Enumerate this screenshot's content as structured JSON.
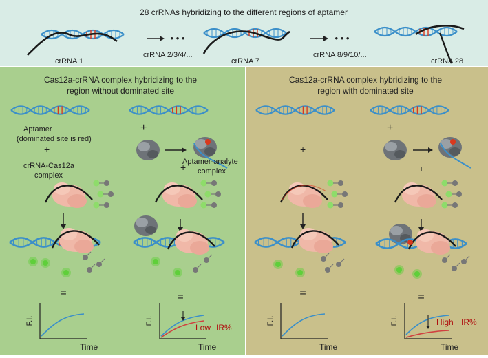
{
  "top_panel": {
    "title": "28 crRNAs hybridizing to the different regions of aptamer",
    "crrna_labels": [
      "crRNA 1",
      "crRNA 2/3/4/...",
      "crRNA 7",
      "crRNA 8/9/10/...",
      "crRNA 28"
    ],
    "background": "#d9ece6"
  },
  "left_panel": {
    "title_line1": "Cas12a-crRNA complex hybridizing to the",
    "title_line2": "region without dominated site",
    "aptamer_line1": "Aptamer",
    "aptamer_line2": "(dominated site is red)",
    "complex_line1": "crRNA-Cas12a",
    "complex_line2": "complex",
    "analyte_line1": "Aptamer-analyte",
    "analyte_line2": "complex",
    "plus": "+",
    "equals": "=",
    "fi_label": "F.I.",
    "time_label": "Time",
    "result_low": "Low",
    "result_ir": "IR%",
    "background": "#a9cf8e"
  },
  "right_panel": {
    "title_line1": "Cas12a-crRNA complex hybridizing to the",
    "title_line2": "region with dominated site",
    "plus": "+",
    "equals": "=",
    "fi_label": "F.I.",
    "time_label": "Time",
    "result_high": "High",
    "result_ir": "IR%",
    "background": "#c9c08b"
  },
  "colors": {
    "dna_blue": "#3b8fc9",
    "crrna_black": "#1a1a1a",
    "dominated_site": "#d9381e",
    "cas12a_pink": "#f0b8a8",
    "reporter_green": "#5fcf3a",
    "curve_blue": "#3b8fc9",
    "curve_red": "#d04040",
    "result_text": "#b01010"
  }
}
